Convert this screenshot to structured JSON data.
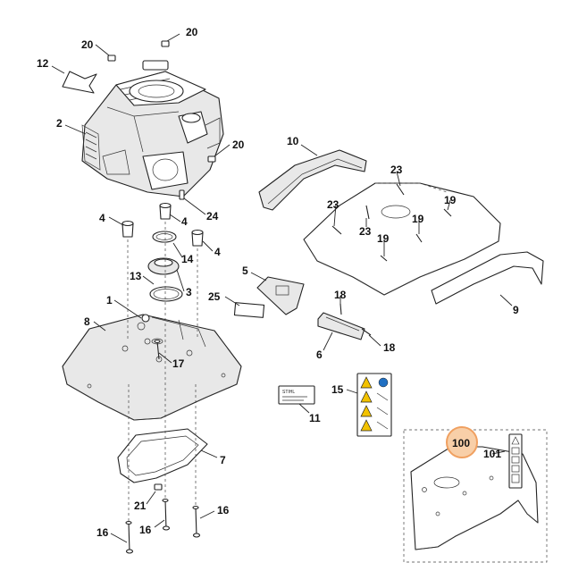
{
  "callouts": {
    "p20a": "20",
    "p20b": "20",
    "p20c": "20",
    "p12": "12",
    "p2": "2",
    "p24": "24",
    "p4a": "4",
    "p4b": "4",
    "p4c": "4",
    "p14": "14",
    "p13": "13",
    "p3": "3",
    "p1": "1",
    "p8": "8",
    "p17": "17",
    "p10": "10",
    "p23a": "23",
    "p23b": "23",
    "p23c": "23",
    "p19a": "19",
    "p19b": "19",
    "p19c": "19",
    "p5": "5",
    "p25": "25",
    "p18a": "18",
    "p18b": "18",
    "p6": "6",
    "p9": "9",
    "p15": "15",
    "p11": "11",
    "p7": "7",
    "p21": "21",
    "p16a": "16",
    "p16b": "16",
    "p16c": "16",
    "p100": "100",
    "p101": "101"
  },
  "decal_11": {
    "brand": "STIHL"
  },
  "colors": {
    "line": "#222222",
    "part_fill": "#e8e8e8",
    "highlight_ring": "#f0a060",
    "highlight_fill": "#f8cfa8",
    "warning_yellow": "#f2c200",
    "info_blue": "#1f6fc2"
  }
}
